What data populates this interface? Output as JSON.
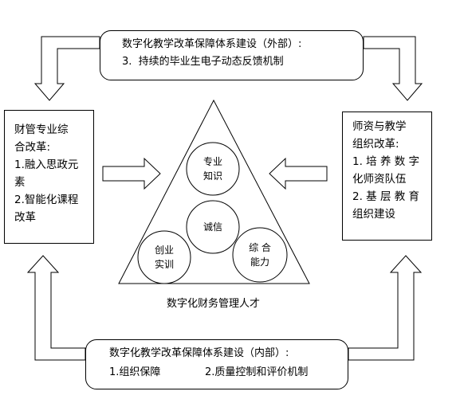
{
  "top_box": {
    "line1": "数字化教学改革保障体系建设（外部）:",
    "line2": "3.  持续的毕业生电子动态反馈机制"
  },
  "left_box": {
    "lines": [
      "财管专业综",
      "合改革:",
      "1.融入思政元",
      "素",
      "2.智能化课程",
      "改革"
    ]
  },
  "right_box": {
    "lines": [
      "师资与教学",
      "组织改革:",
      "1. 培 养 数 字",
      "化师资队伍",
      "2. 基 层 教 育",
      "组织建设"
    ]
  },
  "bottom_box": {
    "line1": "数字化教学改革保障体系建设（内部）:",
    "item1": "1.组织保障",
    "item2": "2.质量控制和评价机制"
  },
  "triangle": {
    "caption": "数字化财务管理人才",
    "circles": {
      "top": "专业\n知识",
      "middle": "诚信",
      "bottom_left": "创业\n实训",
      "bottom_right": "综 合\n能力"
    }
  }
}
